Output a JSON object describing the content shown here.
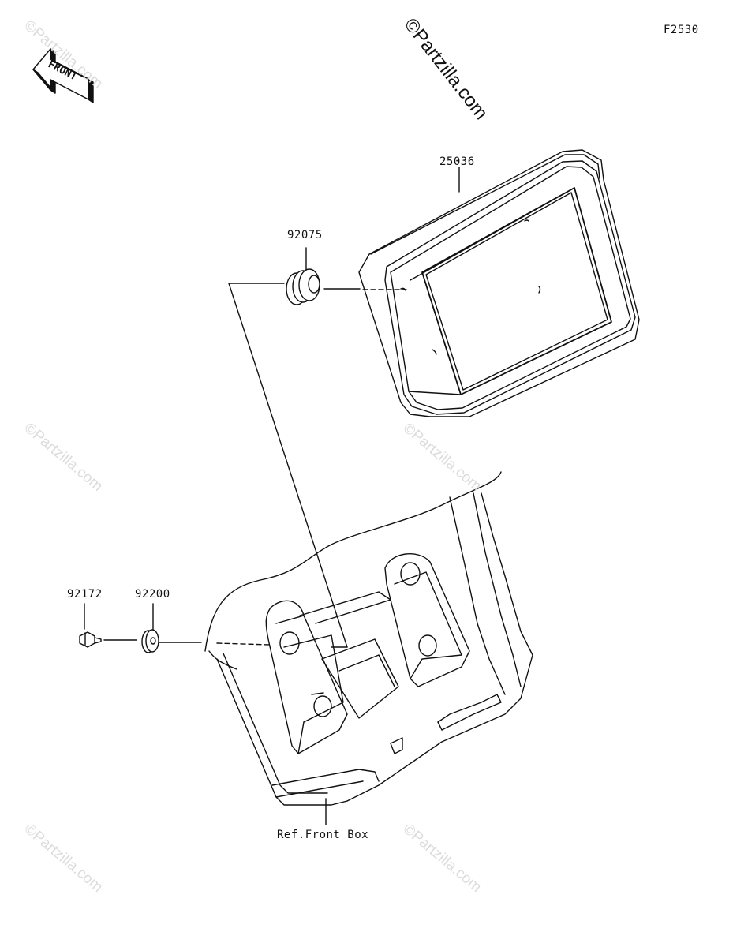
{
  "diagram_code": "F2530",
  "watermark": "©Partzilla.com",
  "front_arrow": "FRONT",
  "parts": {
    "display": "25036",
    "grommet": "92075",
    "bolt": "92172",
    "washer": "92200",
    "front_box": "Ref.Front Box"
  },
  "colors": {
    "line": "#111111",
    "watermark": "#dcdcdc"
  }
}
